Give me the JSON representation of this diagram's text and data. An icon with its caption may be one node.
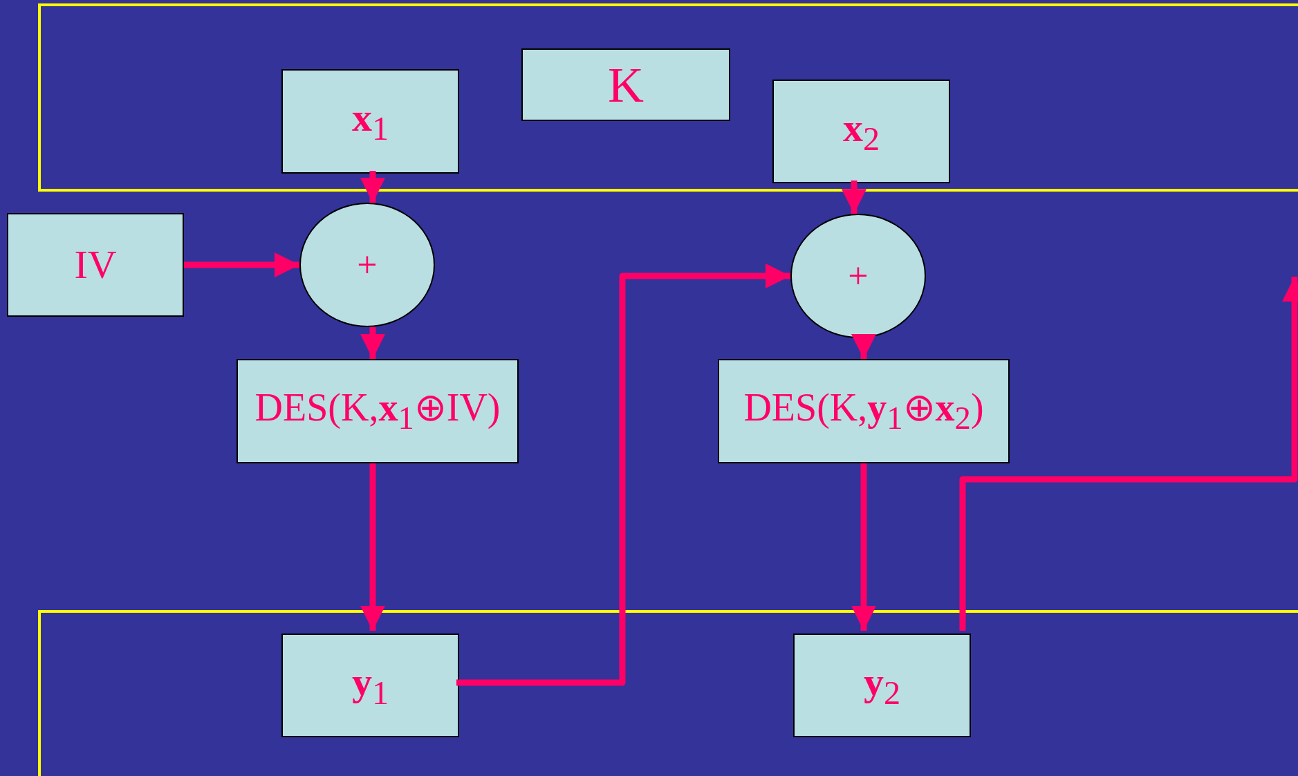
{
  "diagram": {
    "nodes": [
      {
        "text": [],
        "shape": "box"
      },
      {
        "text": [
          "**x**$_{1}$"
        ],
        "in": 0
      },
      {
        "text": [
          "K"
        ],
        "in": 0
      },
      {
        "text": [
          "**x**$_{2}$"
        ],
        "in": 0
      },
      {
        "text": [
          "IV"
        ]
      },
      {
        "text": [
          "+"
        ]
      },
      {
        "text": [
          "+"
        ]
      },
      {
        "text": [
          "DES(K,**x**$_{1}$⊕IV)"
        ]
      },
      {
        "text": [
          "DES(K,**y**$_{1}$⊕**x**$_{2}$)"
        ]
      },
      {
        "text": [],
        "shape": "box"
      },
      {
        "text": [
          "**y**$_{1}$"
        ],
        "in": 9
      },
      {
        "text": [
          "**y**$_{2}$"
        ],
        "in": 9
      }
    ],
    "edges": [
      {
        "from": 1,
        "to": 5,
        "arrow": "to"
      },
      {
        "from": 4,
        "to": 5,
        "arrow": "to"
      },
      {
        "from": 5,
        "to": 7,
        "arrow": "to"
      },
      {
        "from": 7,
        "to": 10,
        "arrow": "to"
      },
      {
        "from": 10,
        "to": 6,
        "arrow": "to"
      },
      {
        "from": 3,
        "to": 6,
        "arrow": "to"
      },
      {
        "from": 6,
        "to": 8,
        "arrow": "to"
      },
      {
        "from": 8,
        "to": 11,
        "arrow": "to"
      },
      {
        "from": 11,
        "to": null,
        "arrow": "to"
      }
    ]
  }
}
